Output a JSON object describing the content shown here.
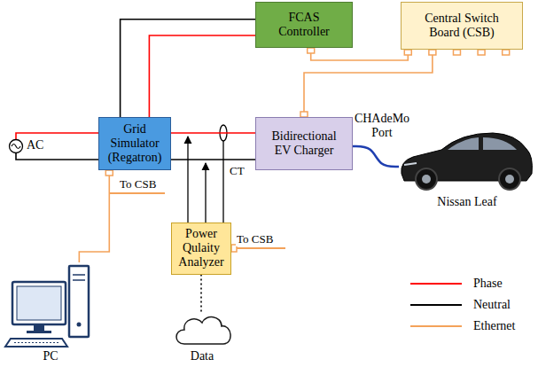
{
  "diagram": {
    "nodes": [
      {
        "text": [
          "FCAS Controller"
        ]
      },
      {
        "text": [
          "Central Switch Board (CSB)"
        ]
      },
      {
        "text": [
          "AC"
        ]
      },
      {
        "text": [
          "Grid Simulator (Regatron)"
        ]
      },
      {
        "text": [
          "Bidirectional EV Charger"
        ]
      },
      {
        "text": [
          "Nissan Leaf"
        ]
      },
      {
        "text": [
          "Power Qulaity Analyzer"
        ]
      },
      {
        "text": [
          "PC"
        ]
      },
      {
        "text": [
          "Data"
        ]
      }
    ],
    "edges": [
      {
        "from": 3,
        "to": 0,
        "arrow": "none"
      },
      {
        "from": 3,
        "to": 0,
        "arrow": "none"
      },
      {
        "from": 0,
        "to": 1,
        "arrow": "none"
      },
      {
        "from": 4,
        "to": 1,
        "arrow": "none"
      },
      {
        "from": 2,
        "to": 3,
        "arrow": "none"
      },
      {
        "from": 2,
        "to": 3,
        "arrow": "none"
      },
      {
        "from": 3,
        "to": 4,
        "arrow": "none"
      },
      {
        "from": 3,
        "to": 4,
        "arrow": "none"
      },
      {
        "from": 4,
        "to": 5,
        "label": "CHAdeMo Port",
        "arrow": "none"
      },
      {
        "from": 3,
        "to": 7,
        "arrow": "none"
      },
      {
        "from": 6,
        "to": 8,
        "arrow": "none"
      }
    ],
    "labels": [
      "CT",
      "To CSB",
      "To CSB"
    ],
    "legend": [
      {
        "text": "Phase"
      },
      {
        "text": "Neutral"
      },
      {
        "text": "Ethernet"
      }
    ]
  }
}
